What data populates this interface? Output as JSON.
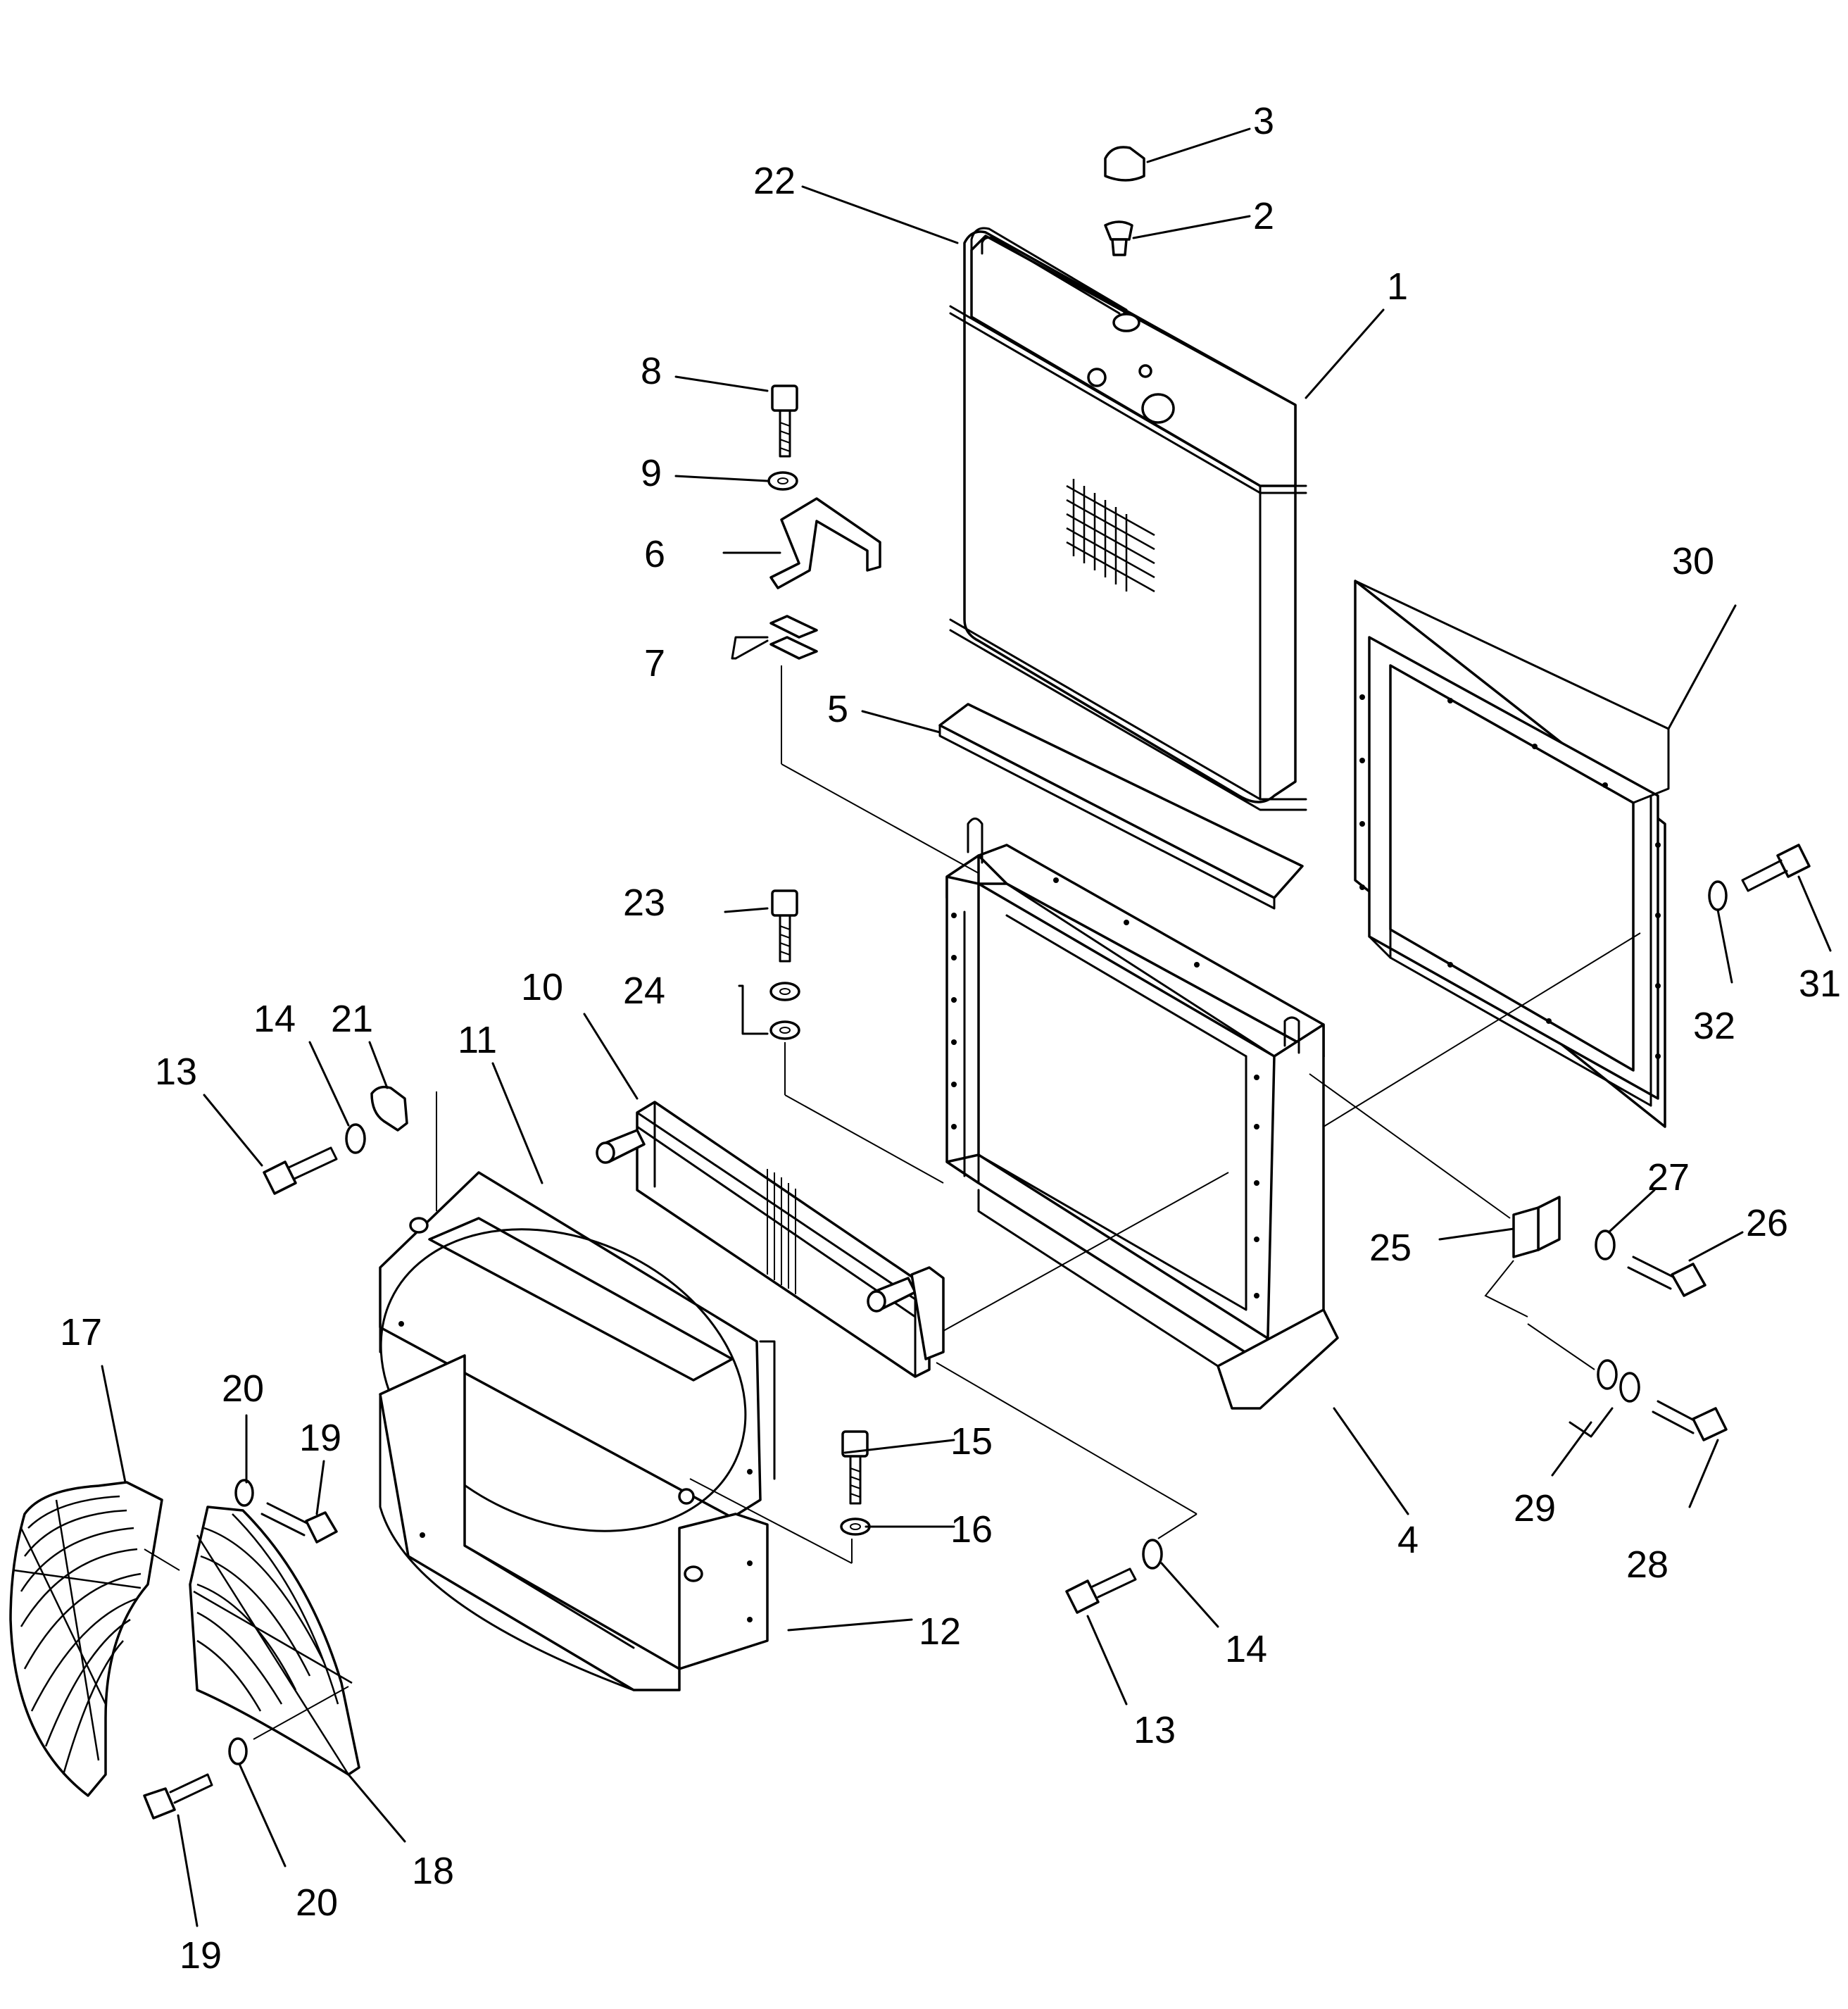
{
  "callouts": [
    {
      "id": "c1",
      "text": "1"
    },
    {
      "id": "c2",
      "text": "2"
    },
    {
      "id": "c3",
      "text": "3"
    },
    {
      "id": "c4",
      "text": "4"
    },
    {
      "id": "c5",
      "text": "5"
    },
    {
      "id": "c6",
      "text": "6"
    },
    {
      "id": "c7",
      "text": "7"
    },
    {
      "id": "c8",
      "text": "8"
    },
    {
      "id": "c9",
      "text": "9"
    },
    {
      "id": "c10",
      "text": "10"
    },
    {
      "id": "c11",
      "text": "11"
    },
    {
      "id": "c12",
      "text": "12"
    },
    {
      "id": "c13a",
      "text": "13"
    },
    {
      "id": "c13b",
      "text": "13"
    },
    {
      "id": "c14a",
      "text": "14"
    },
    {
      "id": "c14b",
      "text": "14"
    },
    {
      "id": "c15",
      "text": "15"
    },
    {
      "id": "c16",
      "text": "16"
    },
    {
      "id": "c17",
      "text": "17"
    },
    {
      "id": "c18",
      "text": "18"
    },
    {
      "id": "c19a",
      "text": "19"
    },
    {
      "id": "c19b",
      "text": "19"
    },
    {
      "id": "c20a",
      "text": "20"
    },
    {
      "id": "c20b",
      "text": "20"
    },
    {
      "id": "c21",
      "text": "21"
    },
    {
      "id": "c22",
      "text": "22"
    },
    {
      "id": "c23",
      "text": "23"
    },
    {
      "id": "c24",
      "text": "24"
    },
    {
      "id": "c25",
      "text": "25"
    },
    {
      "id": "c26",
      "text": "26"
    },
    {
      "id": "c27",
      "text": "27"
    },
    {
      "id": "c28",
      "text": "28"
    },
    {
      "id": "c29",
      "text": "29"
    },
    {
      "id": "c30",
      "text": "30"
    },
    {
      "id": "c31",
      "text": "31"
    },
    {
      "id": "c32",
      "text": "32"
    }
  ]
}
